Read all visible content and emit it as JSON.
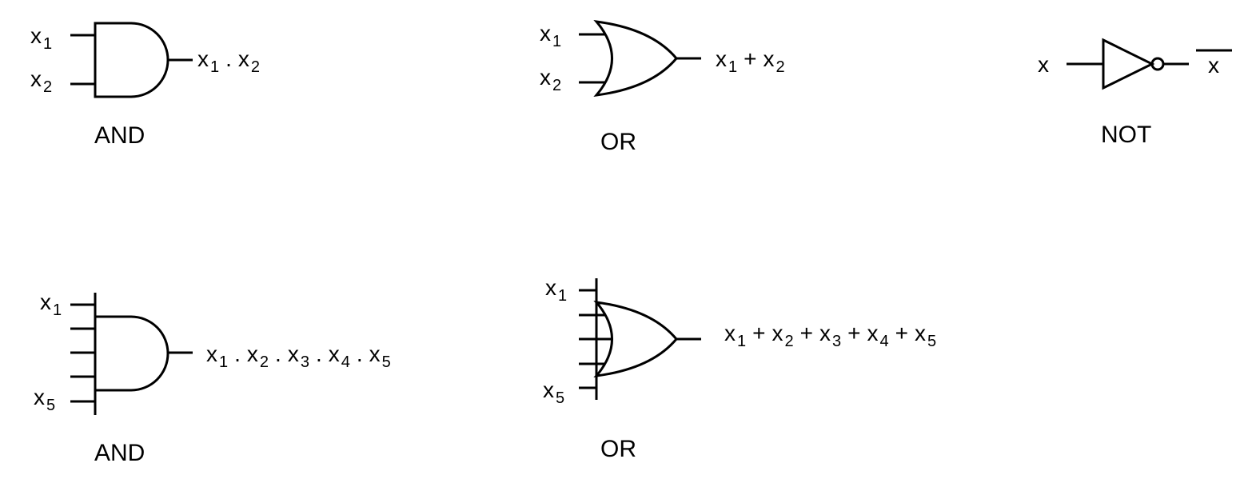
{
  "colors": {
    "stroke": "#000000",
    "background": "#ffffff"
  },
  "gates": {
    "and2": {
      "type": "AND",
      "caption": "AND",
      "inputs": [
        {
          "var": "x",
          "sub": "1"
        },
        {
          "var": "x",
          "sub": "2"
        }
      ],
      "output": [
        {
          "var": "x",
          "sub": "1"
        },
        {
          "op": "."
        },
        {
          "var": "x",
          "sub": "2"
        }
      ]
    },
    "or2": {
      "type": "OR",
      "caption": "OR",
      "inputs": [
        {
          "var": "x",
          "sub": "1"
        },
        {
          "var": "x",
          "sub": "2"
        }
      ],
      "output": [
        {
          "var": "x",
          "sub": "1"
        },
        {
          "op": "+"
        },
        {
          "var": "x",
          "sub": "2"
        }
      ]
    },
    "not": {
      "type": "NOT",
      "caption": "NOT",
      "input": "x",
      "output": "x",
      "output_overbar": true
    },
    "and5": {
      "type": "AND",
      "caption": "AND",
      "inputs": [
        {
          "var": "x",
          "sub": "1"
        },
        {
          "var": "x",
          "sub": "5"
        }
      ],
      "output": [
        {
          "var": "x",
          "sub": "1"
        },
        {
          "op": "."
        },
        {
          "var": "x",
          "sub": "2"
        },
        {
          "op": "."
        },
        {
          "var": "x",
          "sub": "3"
        },
        {
          "op": "."
        },
        {
          "var": "x",
          "sub": "4"
        },
        {
          "op": "."
        },
        {
          "var": "x",
          "sub": "5"
        }
      ]
    },
    "or5": {
      "type": "OR",
      "caption": "OR",
      "inputs": [
        {
          "var": "x",
          "sub": "1"
        },
        {
          "var": "x",
          "sub": "5"
        }
      ],
      "output": [
        {
          "var": "x",
          "sub": "1"
        },
        {
          "op": "+"
        },
        {
          "var": "x",
          "sub": "2"
        },
        {
          "op": "+"
        },
        {
          "var": "x",
          "sub": "3"
        },
        {
          "op": "+"
        },
        {
          "var": "x",
          "sub": "4"
        },
        {
          "op": "+"
        },
        {
          "var": "x",
          "sub": "5"
        }
      ]
    }
  }
}
